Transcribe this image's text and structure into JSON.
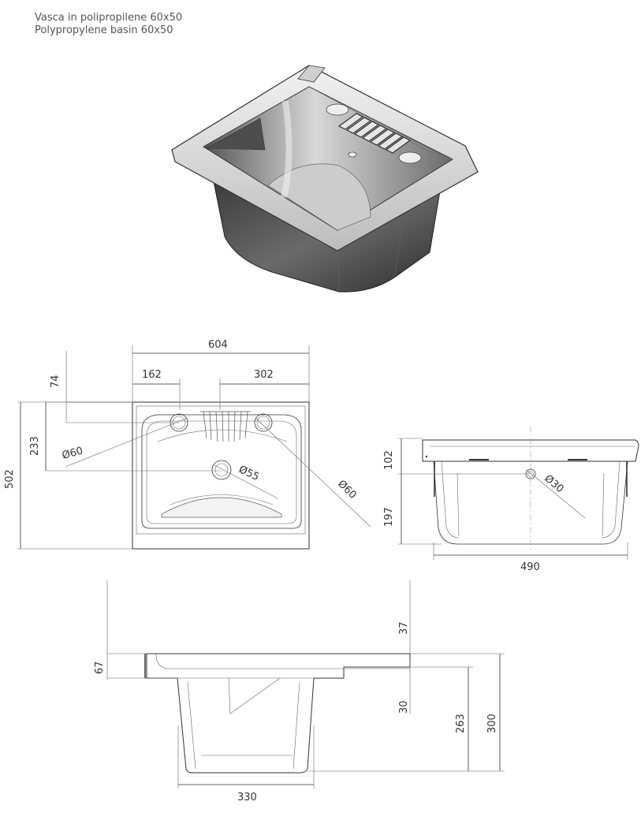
{
  "title_it": "Vasca in polipropilene 60x50",
  "title_en": "Polypropylene basin 60x50",
  "top_view": {
    "width": "604",
    "left_offset": "162",
    "right_offset": "302",
    "top_offset": "74",
    "hole_offset": "233",
    "depth": "502",
    "left_hole": "60",
    "drain": "55",
    "right_hole": "60"
  },
  "side_view": {
    "top_height": "102",
    "lower_height": "197",
    "width": "490",
    "overflow": "30"
  },
  "section_view": {
    "top": "37",
    "rim": "67",
    "inner": "30",
    "basin_depth": "263",
    "total_height": "300",
    "bottom_width": "330"
  },
  "diameter_symbol": "Ø"
}
